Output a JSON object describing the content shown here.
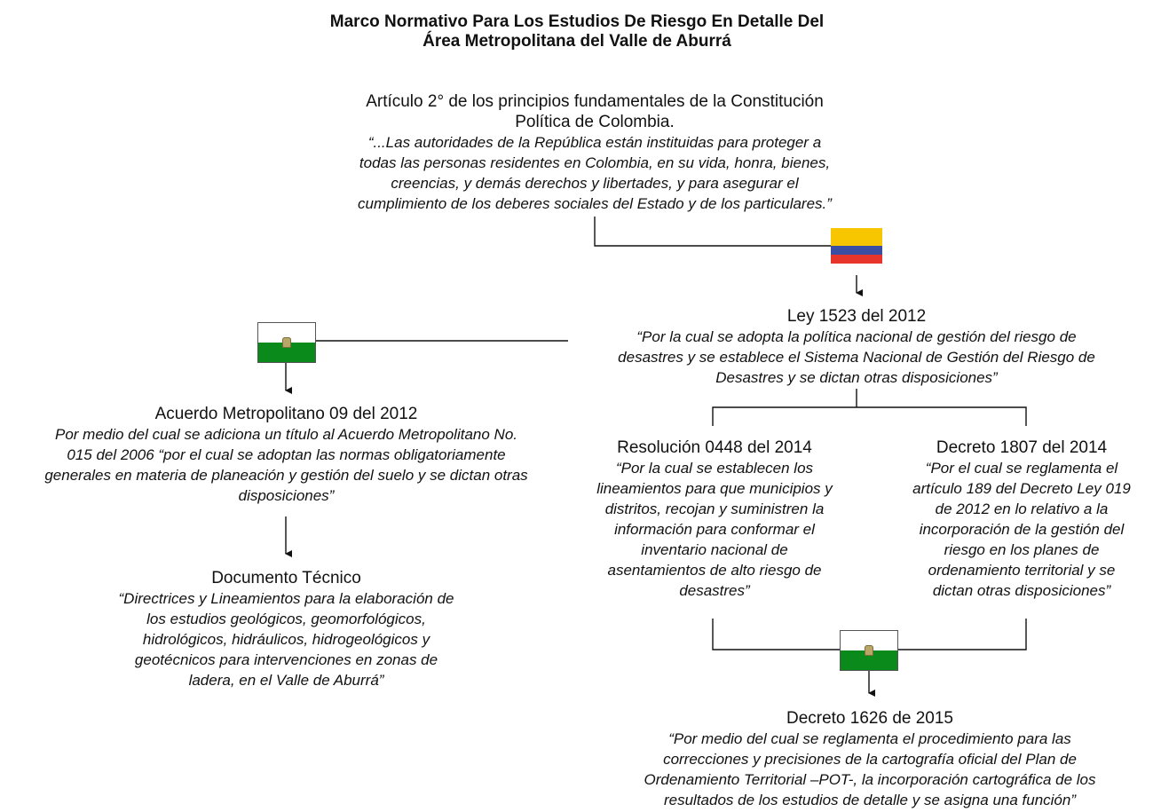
{
  "title": {
    "line1": "Marco Normativo Para Los Estudios De Riesgo En Detalle Del",
    "line2": "Área Metropolitana del Valle de Aburrá"
  },
  "constitution": {
    "heading1": "Artículo 2° de los principios fundamentales de la Constitución",
    "heading2": "Política de Colombia.",
    "quote": [
      "“...Las autoridades de la República están instituidas para proteger a",
      "todas las personas residentes en Colombia, en su vida, honra, bienes,",
      "creencias, y demás derechos y libertades, y para asegurar el",
      "cumplimiento de los deberes sociales del Estado y de los particulares.”"
    ]
  },
  "ley": {
    "heading": "Ley 1523 del 2012",
    "quote": [
      "“Por la cual se adopta la política nacional de gestión del riesgo de",
      "desastres y se establece el Sistema Nacional de Gestión del Riesgo de",
      "Desastres y se dictan otras disposiciones”"
    ]
  },
  "acuerdo": {
    "heading": "Acuerdo Metropolitano 09 del 2012",
    "quote": [
      "Por medio del cual se adiciona un título al Acuerdo Metropolitano No.",
      "015 del 2006 “por el cual se adoptan las normas obligatoriamente",
      "generales en materia de planeación y gestión del suelo y se dictan otras",
      "disposiciones”"
    ]
  },
  "documento": {
    "heading": "Documento Técnico",
    "quote": [
      "“Directrices y Lineamientos para la elaboración de",
      "los estudios geológicos, geomorfológicos,",
      "hidrológicos, hidráulicos, hidrogeológicos y",
      "geotécnicos para intervenciones en zonas de",
      "ladera, en el Valle de Aburrá”"
    ]
  },
  "resolucion": {
    "heading": "Resolución 0448 del 2014",
    "quote": [
      "“Por la cual se establecen los",
      "lineamientos para que municipios y",
      "distritos, recojan y suministren la",
      "información para conformar el",
      "inventario nacional de",
      "asentamientos de alto riesgo de",
      "desastres”"
    ]
  },
  "decreto1807": {
    "heading": "Decreto 1807 del 2014",
    "quote": [
      "“Por el cual se reglamenta el",
      "artículo 189 del Decreto Ley 019",
      "de 2012 en lo relativo a la",
      "incorporación de la gestión del",
      "riesgo en los planes de",
      "ordenamiento territorial y se",
      "dictan otras disposiciones”"
    ]
  },
  "decreto1626": {
    "heading": "Decreto 1626 de 2015",
    "quote": [
      "“Por medio del cual se reglamenta el procedimiento para las",
      "correcciones y precisiones de la cartografía oficial del Plan de",
      "Ordenamiento Territorial –POT-, la incorporación cartográfica de los",
      "resultados de los estudios de detalle y se asigna una función”"
    ]
  },
  "colors": {
    "line": "#111111",
    "colombia_yellow": "#f7c600",
    "colombia_blue": "#3a4fa3",
    "colombia_red": "#e8352b",
    "aburra_green": "#0a8a1a"
  },
  "icons": {
    "colombia_flag": "colombia-flag-icon",
    "aburra_flag": "valle-aburra-flag-icon"
  }
}
